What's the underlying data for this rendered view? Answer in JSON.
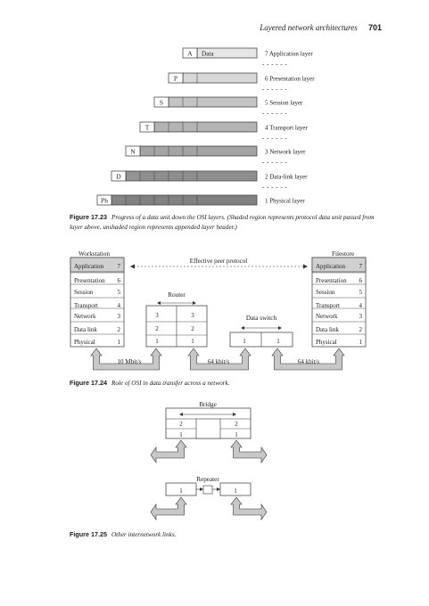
{
  "header": {
    "running_title": "Layered network architectures",
    "page_number": "701"
  },
  "fig1": {
    "data_label": "Data",
    "headers": [
      "A",
      "P",
      "S",
      "T",
      "N",
      "D",
      "Ph"
    ],
    "layers": [
      "7   Application layer",
      "6   Presentation layer",
      "5   Session layer",
      "4   Transport layer",
      "3   Network layer",
      "2   Data-link layer",
      "1   Physical layer"
    ],
    "separator": "- - - - - -",
    "caption_num": "Figure 17.23",
    "caption_text": "Progress of a data unit down the OSI layers. (Shaded region represents protocol data unit passed from layer above, unshaded region represents appended layer header.)"
  },
  "fig2": {
    "workstation_title": "Workstation",
    "filestore_title": "Filestore",
    "peer_label": "Effective peer protocol",
    "layer_rows": [
      {
        "name": "Application",
        "num": "7"
      },
      {
        "name": "Presentation",
        "num": "6"
      },
      {
        "name": "Session",
        "num": "5"
      },
      {
        "name": "Transport",
        "num": "4"
      },
      {
        "name": "Network",
        "num": "3"
      },
      {
        "name": "Data link",
        "num": "2"
      },
      {
        "name": "Physical",
        "num": "1"
      }
    ],
    "router_title": "Router",
    "router_nums": [
      "3",
      "2",
      "1"
    ],
    "switch_title": "Data switch",
    "switch_nums": [
      "1"
    ],
    "links": [
      "10 Mbit/s",
      "64 kbit/s",
      "64 kbit/s"
    ],
    "caption_num": "Figure 17.24",
    "caption_text": "Role of OSI in data transfer across a network."
  },
  "fig3": {
    "bridge_title": "Bridge",
    "bridge_nums": [
      "2",
      "1"
    ],
    "repeater_title": "Repeater",
    "repeater_nums": [
      "1"
    ],
    "caption_num": "Figure 17.25",
    "caption_text": "Other internetwork links."
  },
  "colors": {
    "shade_light": "#dcdcdc",
    "shade_dark": "#8c8c8c",
    "arrow_fill": "#c8c8c8",
    "header_fill": "#d0d0d0"
  }
}
